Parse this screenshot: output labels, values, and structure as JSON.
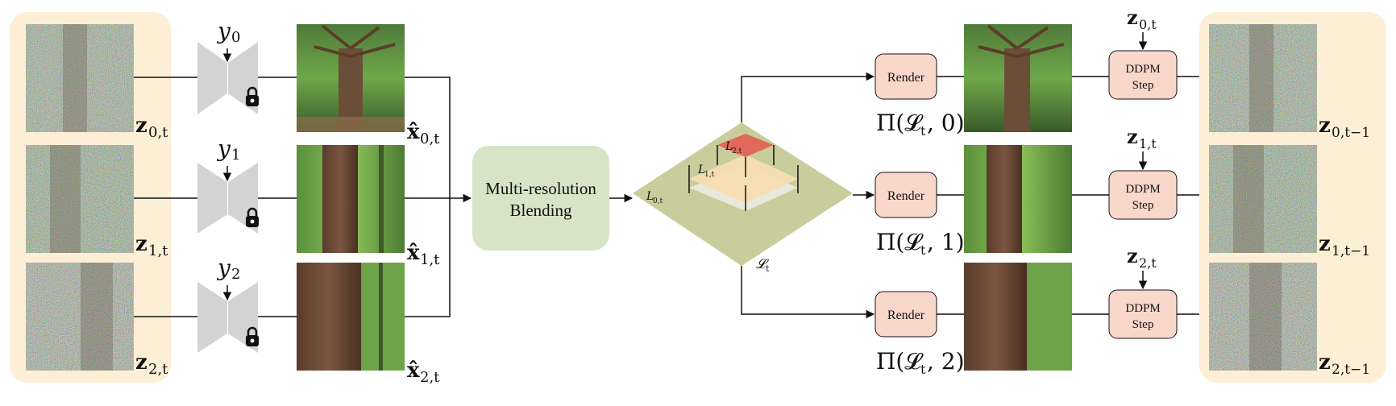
{
  "inputs": {
    "noisy": [
      {
        "sym": "z",
        "sub": "0,t"
      },
      {
        "sym": "z",
        "sub": "1,t"
      },
      {
        "sym": "z",
        "sub": "2,t"
      }
    ],
    "conditions": [
      {
        "sym": "y",
        "sub": "0"
      },
      {
        "sym": "y",
        "sub": "1"
      },
      {
        "sym": "y",
        "sub": "2"
      }
    ],
    "predictions": [
      {
        "sym": "x̂",
        "sub": "0,t"
      },
      {
        "sym": "x̂",
        "sub": "1,t"
      },
      {
        "sym": "x̂",
        "sub": "2,t"
      }
    ]
  },
  "blend": {
    "line1": "Multi-resolution",
    "line2": "Blending"
  },
  "pyramid": {
    "level0": "L",
    "level0_sub": "0,t",
    "level1": "L",
    "level1_sub": "1,t",
    "level2": "L",
    "level2_sub": "2,t",
    "stack": "𝓛",
    "stack_sub": "t"
  },
  "render": {
    "label": "Render",
    "outputs": [
      "Π(𝓛",
      "Π(𝓛",
      "Π(𝓛"
    ],
    "indices": [
      ", 0)",
      ", 1)",
      ", 2)"
    ]
  },
  "ddpm": {
    "line1": "DDPM",
    "line2": "Step",
    "noise": [
      {
        "sym": "z",
        "sub": "0,t"
      },
      {
        "sym": "z",
        "sub": "1,t"
      },
      {
        "sym": "z",
        "sub": "2,t"
      }
    ]
  },
  "outputs": [
    {
      "sym": "z",
      "sub": "0,t−1"
    },
    {
      "sym": "z",
      "sub": "1,t−1"
    },
    {
      "sym": "z",
      "sub": "2,t−1"
    }
  ],
  "colors": {
    "panel": "#fdefd6",
    "blend": "#d6e5c7",
    "diamond": "#c9cd9c",
    "render": "#f9d8cb",
    "ddpm": "#f9d8cb",
    "layer_top": "#df6a5a",
    "layer_mid": "#f7deb0",
    "decoder": "#d3d3d3"
  }
}
